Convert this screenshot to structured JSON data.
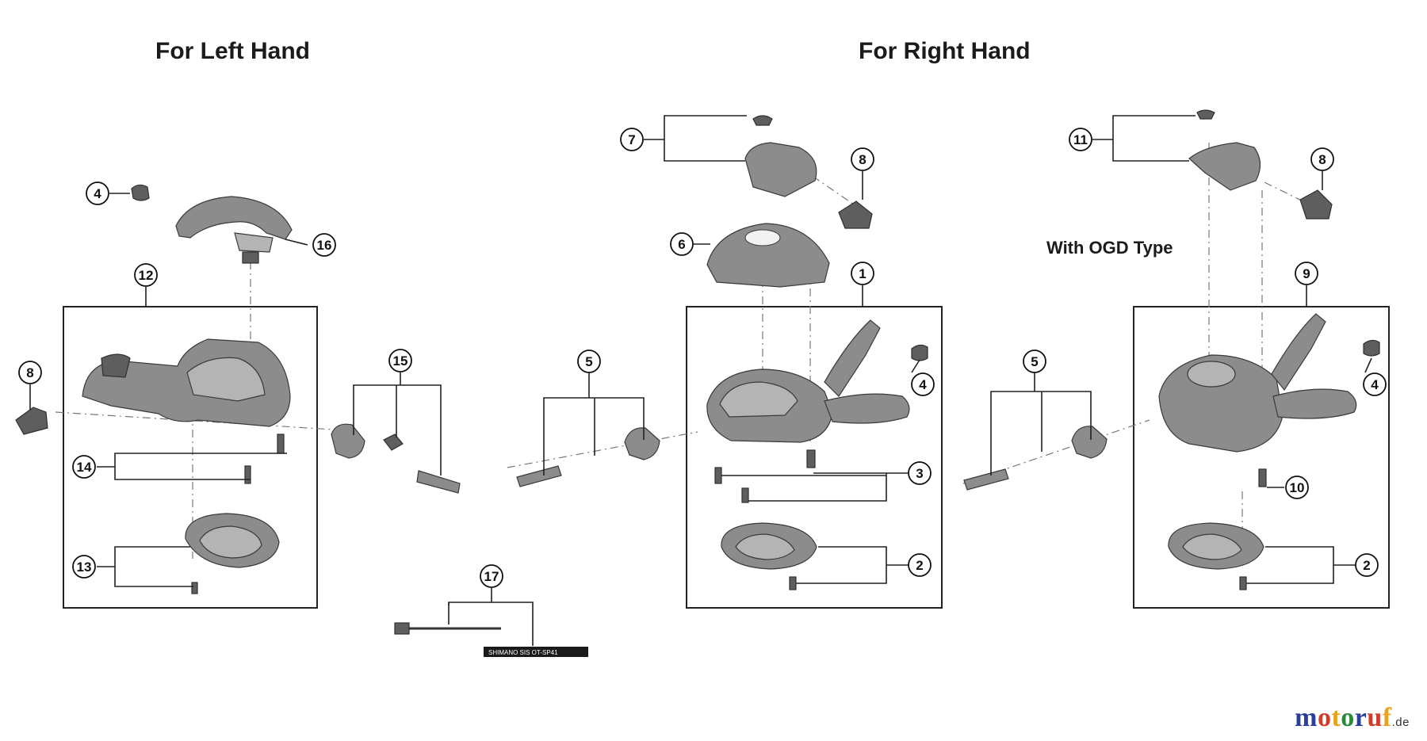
{
  "headings": {
    "left_hand": "For Left Hand",
    "right_hand": "For Right Hand",
    "ogd_type": "With OGD Type"
  },
  "callouts": {
    "n1": "1",
    "n2": "2",
    "n3": "3",
    "n4": "4",
    "n5": "5",
    "n6": "6",
    "n7": "7",
    "n8": "8",
    "n9": "9",
    "n10": "10",
    "n11": "11",
    "n12": "12",
    "n13": "13",
    "n14": "14",
    "n15": "15",
    "n16": "16",
    "n17": "17"
  },
  "cable_label": "SHIMANO SIS  OT-SP41",
  "watermark": {
    "letters": [
      "m",
      "o",
      "t",
      "o",
      "r",
      "u",
      "f"
    ],
    "colors": [
      "#2a3f9a",
      "#d23a2a",
      "#e8a21c",
      "#2a8a3a",
      "#2a3f9a",
      "#d23a2a",
      "#e8a21c"
    ],
    "suffix": ".de"
  }
}
